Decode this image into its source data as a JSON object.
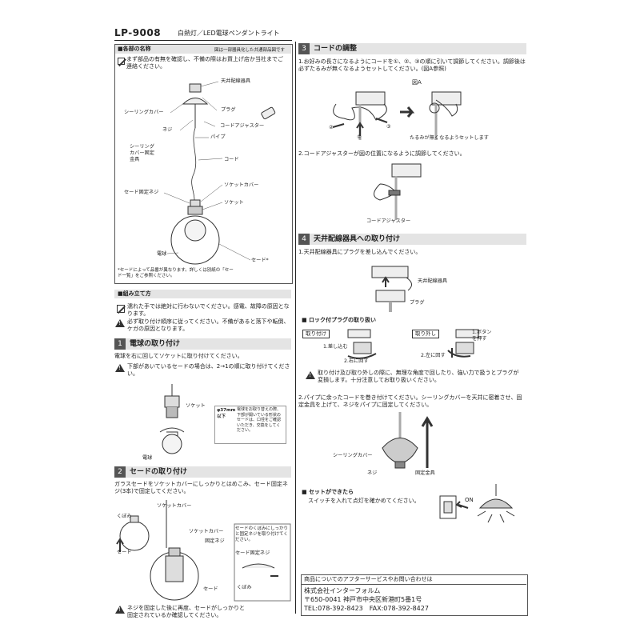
{
  "header": {
    "model": "LP-9008",
    "product": "白熱灯／LED電球ペンダントライト"
  },
  "parts": {
    "title": "■各部の名称",
    "note": "図は一部器具化した共通部品図です",
    "intro": "まず部品の有無を確認し、不備の際はお買上げ店か当社までご連絡ください。",
    "labels": {
      "ceiling_fixture": "天井配線器具",
      "ceiling_cover": "シーリングカバー",
      "plug": "プラグ",
      "screw": "ネジ",
      "adjuster": "コードアジャスター",
      "pipe": "パイプ",
      "fixing_bracket": "シーリングカバー固定金具",
      "cord": "コード",
      "socket_cover": "ソケットカバー",
      "shade_screw": "セード固定ネジ",
      "socket": "ソケット",
      "bulb": "電球",
      "shade": "セード*"
    },
    "footnote": "*セードによって品番が異なります。詳しくは別紙の「セード一覧」をご参照ください。"
  },
  "assembly": {
    "title": "■組み立て方",
    "warn1": "濡れた手では絶対に行わないでください。感電、故障の原因となります。",
    "warn2": "必ず取り付け順序に従ってください。不備があると落下や転倒、ケガの原因となります。"
  },
  "step1": {
    "num": "1",
    "title": "電球の取り付け",
    "text": "電球を右に回してソケットに取り付けてください。",
    "warn": "下部があいているセードの場合は、2→1の順に取り付けてください。",
    "label_socket": "ソケット",
    "label_bulb": "電球",
    "spec_size": "φ37mm以下",
    "spec_text": "電球をお取り替えの際、下部が開いている形状のセードは、口径をご確認いただき、交換をしてください。"
  },
  "step2": {
    "num": "2",
    "title": "セードの取り付け",
    "text": "ガラスセードをソケットカバーにしっかりとはめこみ、セード固定ネジ(3本)で固定してください。",
    "label_socket_cover": "ソケットカバー",
    "label_recess": "くぼみ",
    "label_shade": "セード",
    "label_fix_screw": "固定ネジ",
    "note": "セードのくぼみにしっかりと固定ネジを取り付けてください。",
    "label_shade_screw": "セード固定ネジ",
    "label_recess2": "くぼみ",
    "warn": "ネジを固定した後に再度、セードがしっかりと固定されているか確認してください。"
  },
  "step3": {
    "num": "3",
    "title": "コードの調整",
    "text1": "1.お好みの長さになるようにコードを①、②、③の順に引いて調節してください。調節後は必ずたるみが無くなるようセットしてください。(図A参照)",
    "figA": "図A",
    "n1": "①",
    "n2": "②",
    "n3": "③",
    "slack": "たるみが無くなるようセットします",
    "text2": "2.コードアジャスターが図の位置になるように調節してください。",
    "adjuster": "コードアジャスター"
  },
  "step4": {
    "num": "4",
    "title": "天井配線器具への取り付け",
    "text1": "1.天井配線器具にプラグを差し込んでください。",
    "label_fixture": "天井配線器具",
    "label_plug": "プラグ",
    "lock_title": "■ ロック付プラグの取り扱い",
    "attach": "取り付け",
    "detach": "取り外し",
    "a1": "1.差し込む",
    "a2": "2.右に回す",
    "d1": "1.ボタンを押す",
    "d2": "2.左に回す",
    "lock_warn": "取り付け及び取り外しの際に、無理な角度で回したり、強い力で扱うとプラグが変損します。十分注意してお取り扱いください。",
    "text2": "2.パイプに余ったコードを巻き付けてください。シーリングカバーを天井に密着させ、固定金具を上げて、ネジをパイプに固定してください。",
    "label_ceiling_cover": "シーリングカバー",
    "label_screw": "ネジ",
    "label_bracket": "固定金具",
    "done_title": "■ セットができたら",
    "done_text": "スイッチを入れて点灯を確かめてください。",
    "on": "ON"
  },
  "contact": {
    "heading": "商品についてのアフターサービスやお問い合わせは",
    "company": "株式会社インターフォルム",
    "address": "〒650-0041 神戸市中央区新港町5番1号",
    "tel": "TEL:078-392-8423　FAX:078-392-8427"
  }
}
